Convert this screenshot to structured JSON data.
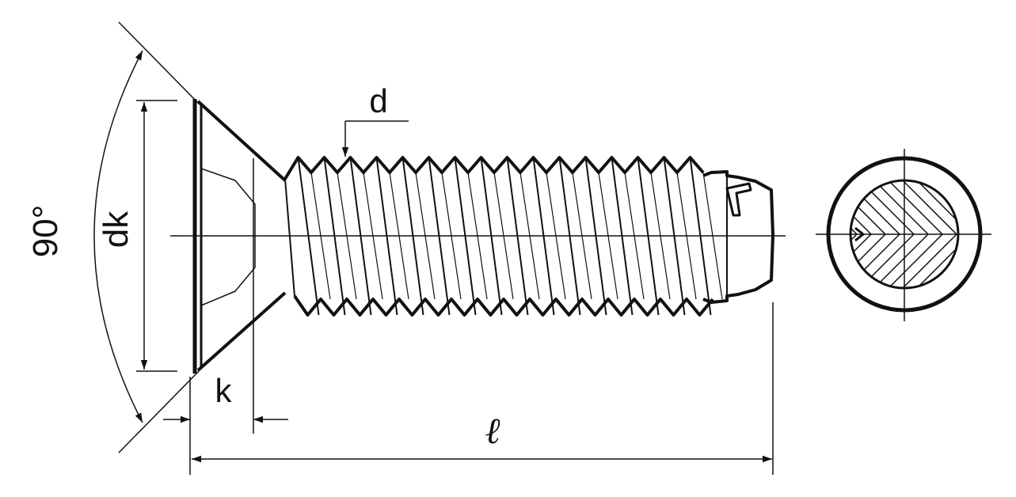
{
  "labels": {
    "angle": "90°",
    "head_diameter": "dk",
    "thread_diameter": "d",
    "head_height": "k",
    "length": "ℓ"
  },
  "colors": {
    "ink": "#111111",
    "background": "#ffffff"
  }
}
